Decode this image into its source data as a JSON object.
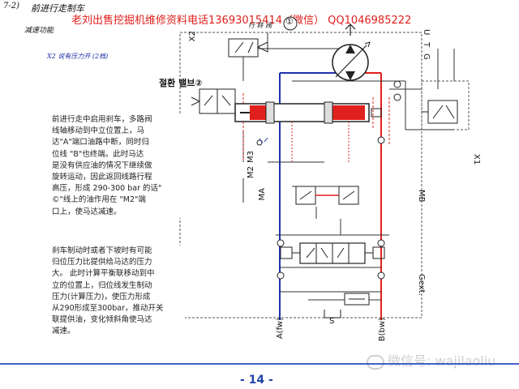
{
  "header": {
    "page_ref": "7-2)",
    "title_hand": "前进行走制车",
    "subtitle_hand": "减速功能",
    "caption_hand": "X2 说有压力开 (2档)",
    "watermark": "老刘出售挖掘机维修资料电话13693015414（微信）  QQ1046985222"
  },
  "diagram": {
    "valve_label": "절환 밸브②",
    "valve1_hand": "行 转 阀",
    "valve1_num": "①",
    "ports": {
      "x2": "X2",
      "u": "U",
      "t": "T",
      "g": "G",
      "x1": "X1",
      "m3": "M3",
      "m2": "M2",
      "ma": "MA",
      "mb": "MB",
      "gext": "Gext.",
      "s": "S",
      "a_fw": "A(fw)",
      "b_bw": "B(bw)"
    }
  },
  "text_block_1": {
    "lines": [
      "前进行走中启用刹车，多路阀",
      "线轴移动到中立位置上，马",
      "达\"A\"端口油路中断，同时归",
      "位线 \"B\"也终端。此时马达",
      "是没有供应油的情况下继续做",
      "旋转运动，因此返回线路行程",
      "高压，形成 290-300 bar 的话\"",
      "©\"线上的油作用在 \"M2\"端",
      "口上，使马达减速。"
    ]
  },
  "text_block_2": {
    "lines": [
      "刹车制动时或者下坡时有可能",
      "归位压力比提供给马达的压力",
      "大。 此时计算平衡联移动到中",
      "立的位置上，归位线发生制动",
      "压力(计算压力)，使压力形成",
      "从290形成至300bar，推动开关",
      "联提供油，变化倾斜角使马达",
      "减速。"
    ]
  },
  "footer": {
    "page_number": "- 14 -",
    "watermark": "微信号: wajilaoliu"
  },
  "colors": {
    "red_line": "#e0201c",
    "blue_line": "#2030b0",
    "hand_blue": "#1a2fa8"
  }
}
